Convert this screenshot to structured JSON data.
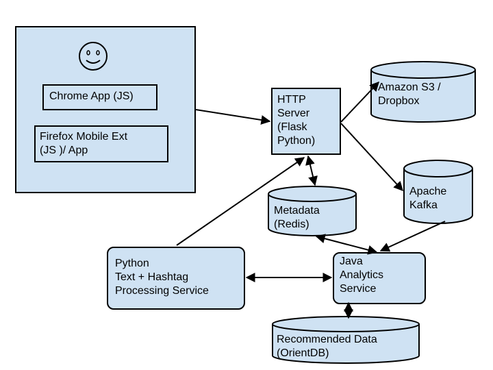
{
  "clients": {
    "chrome_app": "Chrome App (JS)",
    "firefox_app": "Firefox Mobile Ext\n(JS )/ App"
  },
  "http_server": "HTTP\nServer\n(Flask\nPython)",
  "storage": {
    "s3": "Amazon S3 /\nDropbox",
    "kafka": "Apache\nKafka",
    "metadata": "Metadata\n(Redis)",
    "recommended": "Recommended Data\n(OrientDB)"
  },
  "services": {
    "python": "Python\nText + Hashtag\nProcessing Service",
    "java": "Java\nAnalytics\nService"
  },
  "colors": {
    "fill": "#cfe2f3",
    "stroke": "#000000"
  }
}
